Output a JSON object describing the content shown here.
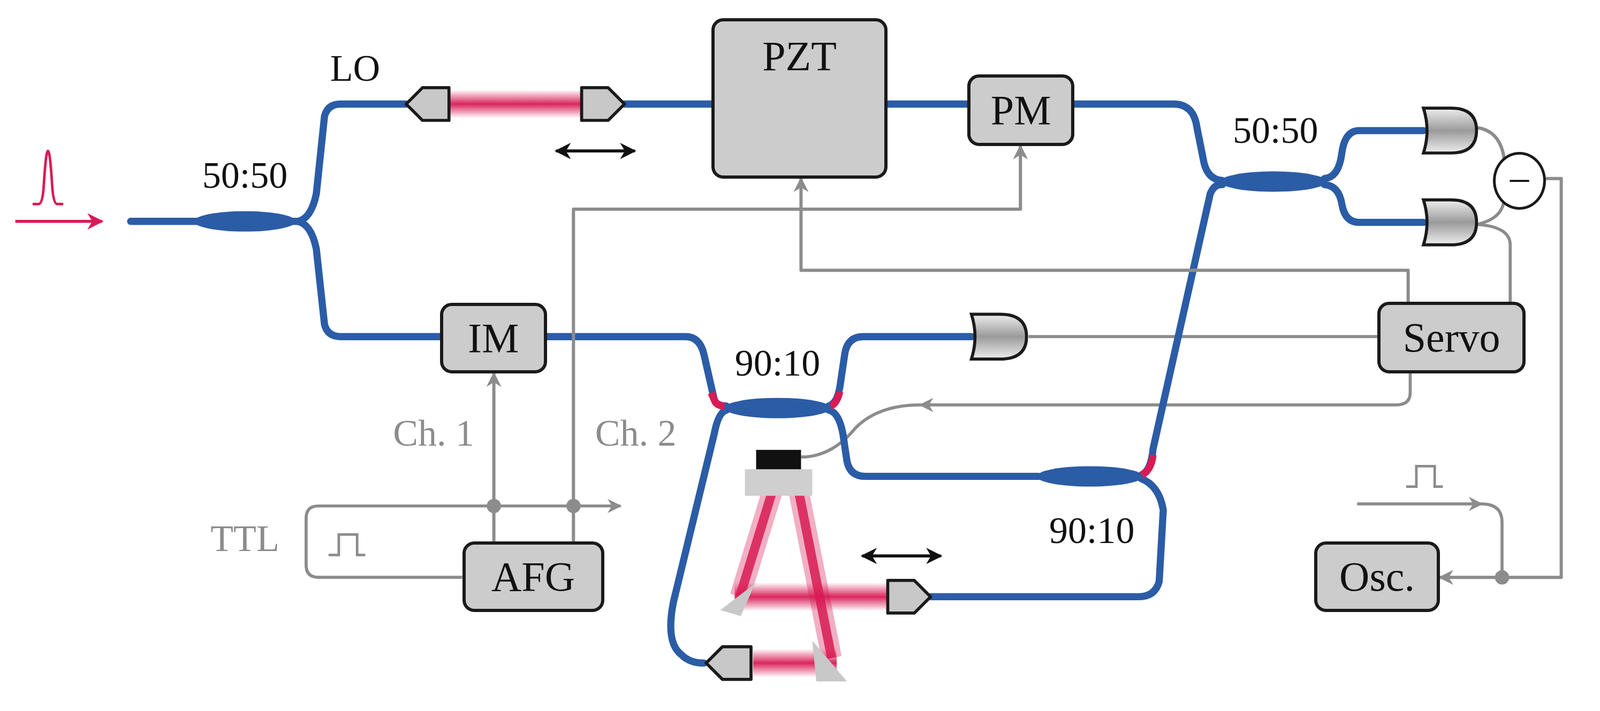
{
  "diagram": {
    "nodes": [
      {
        "text": [
          "PZT"
        ]
      },
      {
        "text": [
          "PM"
        ]
      },
      {
        "text": [
          "−"
        ]
      },
      {
        "text": [
          "IM"
        ]
      },
      {
        "text": [
          "Servo"
        ]
      },
      {
        "text": [
          "AFG"
        ]
      },
      {
        "text": [
          "Osc."
        ]
      }
    ],
    "edges": [
      {
        "from": 5,
        "to": 3,
        "arrow": "to",
        "label": "Ch. 1"
      },
      {
        "from": 5,
        "to": 1,
        "arrow": "to",
        "label": "Ch. 2"
      },
      {
        "from": 4,
        "to": 0,
        "arrow": "to"
      },
      {
        "from": 2,
        "to": 6,
        "arrow": "to"
      }
    ],
    "labels": [
      "LO",
      "50:50",
      "50:50",
      "90:10",
      "90:10",
      "TTL"
    ]
  }
}
